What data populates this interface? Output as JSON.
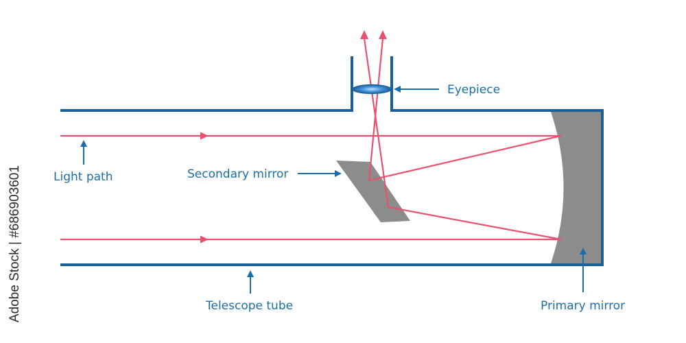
{
  "labels": {
    "eyepiece": "Eyepiece",
    "light_path": "Light path",
    "secondary_mirror": "Secondary mirror",
    "telescope_tube": "Telescope tube",
    "primary_mirror": "Primary mirror"
  },
  "stock_text": "Adobe Stock | #686903601",
  "colors": {
    "tube": "#1a5f98",
    "light_ray": "#e8506e",
    "mirror": "#8c8c8c",
    "label": "#1a6ea8",
    "lens": "#3f8fd8"
  }
}
